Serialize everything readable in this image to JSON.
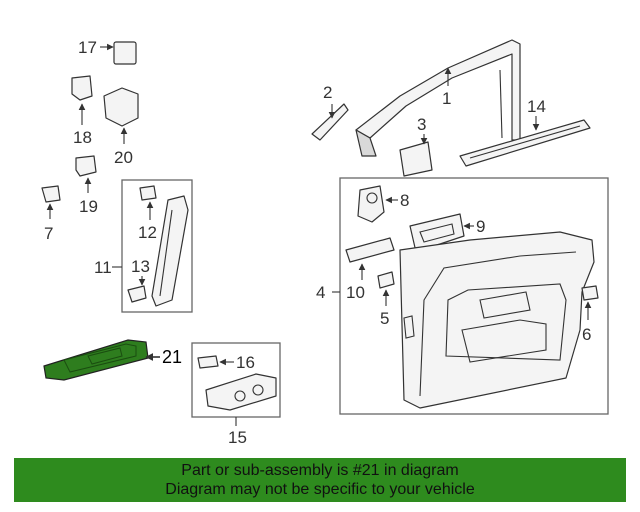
{
  "callouts": {
    "p1": "1",
    "p2": "2",
    "p3": "3",
    "p4": "4",
    "p5": "5",
    "p6": "6",
    "p7": "7",
    "p8": "8",
    "p9": "9",
    "p10": "10",
    "p11": "11",
    "p12": "12",
    "p13": "13",
    "p14": "14",
    "p15": "15",
    "p16": "16",
    "p17": "17",
    "p18": "18",
    "p19": "19",
    "p20": "20",
    "p21": "21"
  },
  "highlight_color": "#2e7d1e",
  "banner": {
    "line1": "Part or sub-assembly is #21 in diagram",
    "line2": "Diagram may not be specific to your vehicle",
    "color": "#2e8b1e"
  }
}
